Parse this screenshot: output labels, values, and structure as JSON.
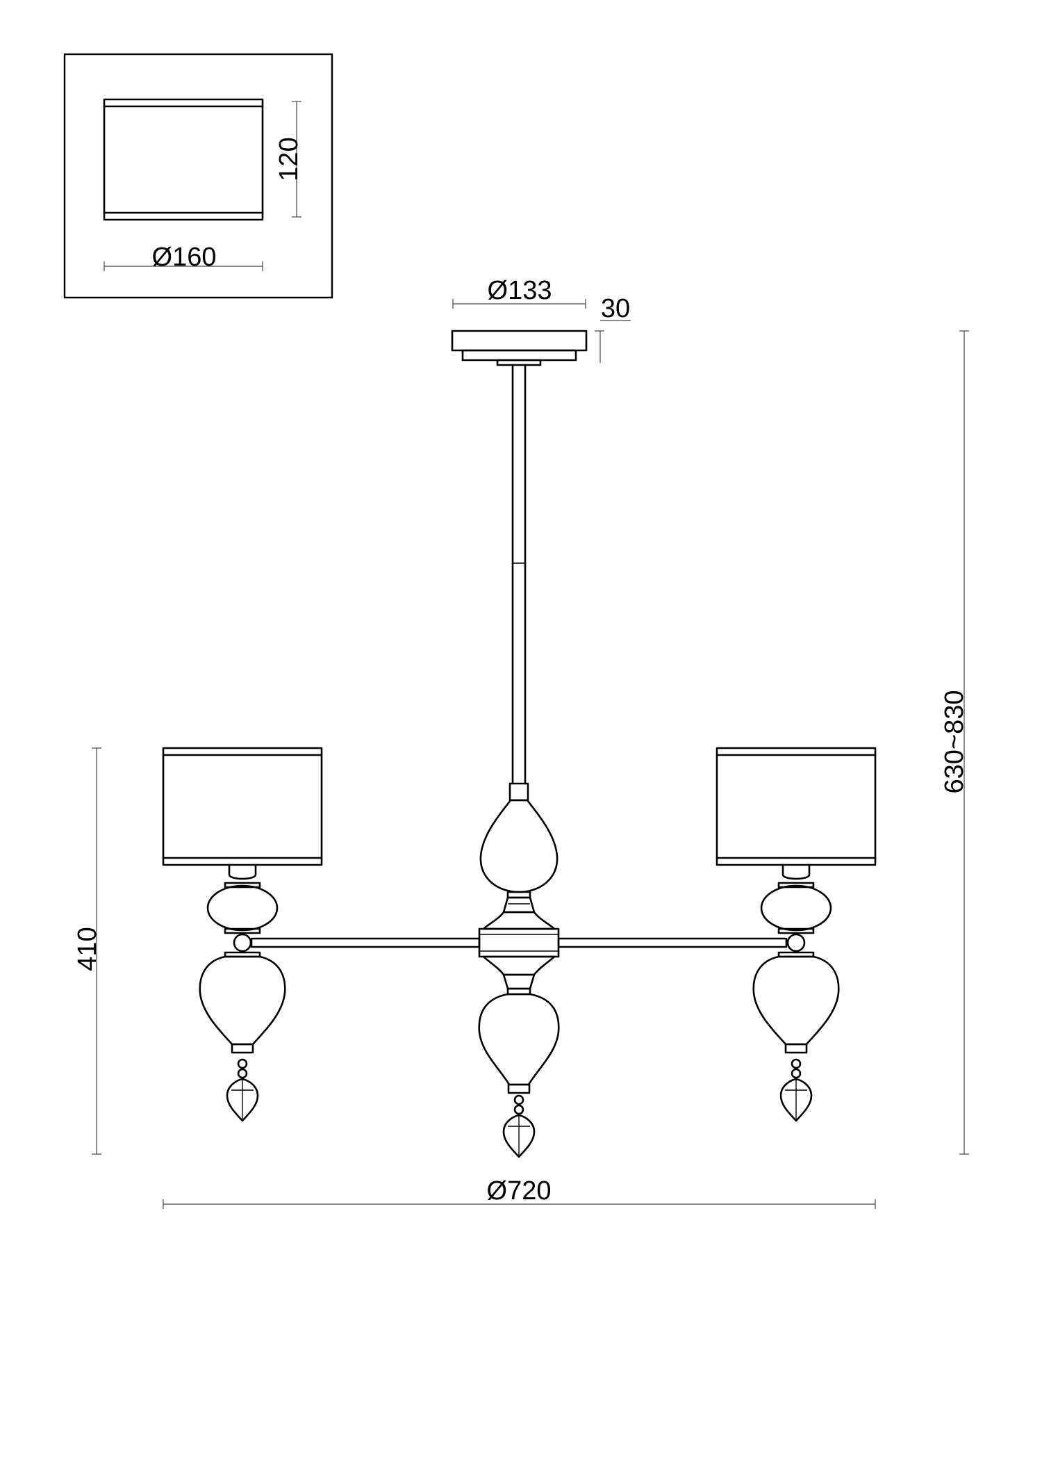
{
  "dimensions": {
    "shade_height": "120",
    "shade_diameter": "Ø160",
    "canopy_diameter": "Ø133",
    "canopy_height": "30",
    "total_height": "630~830",
    "body_height": "410",
    "total_diameter": "Ø720"
  },
  "colors": {
    "line": "#000000",
    "dimension_line": "#444444",
    "background": "#ffffff"
  }
}
